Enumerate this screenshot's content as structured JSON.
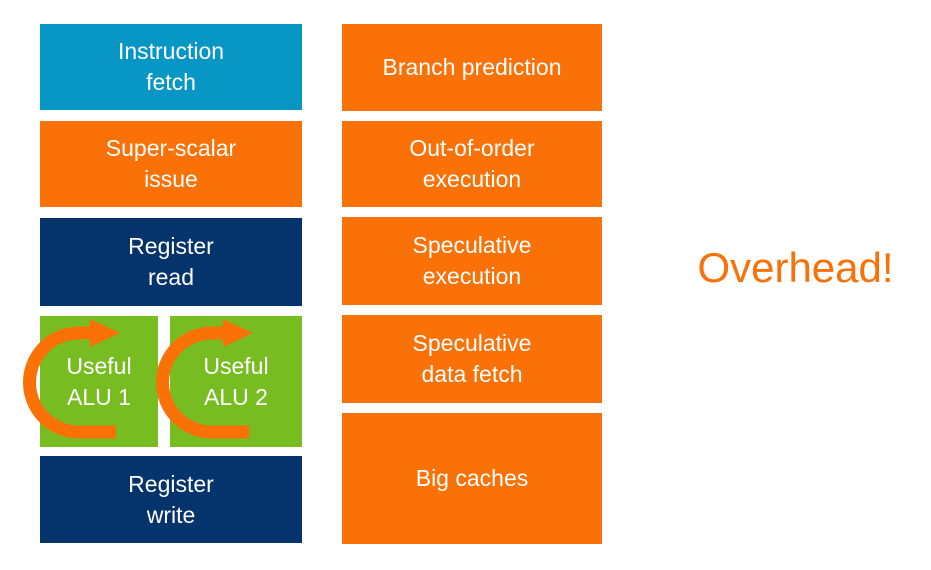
{
  "colors": {
    "teal": "#0896C4",
    "orange": "#F97107",
    "navy": "#05336B",
    "green": "#77BD22",
    "box_text": "#FFFFFF",
    "overhead_text": "#F97107"
  },
  "pipeline_column": {
    "boxes": [
      {
        "id": "instruction-fetch",
        "lines": [
          "Instruction",
          "fetch"
        ],
        "color": "teal"
      },
      {
        "id": "super-scalar-issue",
        "lines": [
          "Super-scalar",
          "issue"
        ],
        "color": "orange"
      },
      {
        "id": "register-read",
        "lines": [
          "Register",
          "read"
        ],
        "color": "navy"
      },
      {
        "id": "useful-alu-1",
        "lines": [
          "Useful",
          "ALU 1"
        ],
        "color": "green",
        "icon": "loop-arrow-icon"
      },
      {
        "id": "useful-alu-2",
        "lines": [
          "Useful",
          "ALU 2"
        ],
        "color": "green",
        "icon": "loop-arrow-icon"
      },
      {
        "id": "register-write",
        "lines": [
          "Register",
          "write"
        ],
        "color": "navy"
      }
    ]
  },
  "overhead_column": {
    "boxes": [
      {
        "id": "branch-prediction",
        "lines": [
          "Branch prediction"
        ],
        "color": "orange"
      },
      {
        "id": "out-of-order-execution",
        "lines": [
          "Out-of-order",
          "execution"
        ],
        "color": "orange"
      },
      {
        "id": "speculative-execution",
        "lines": [
          "Speculative",
          "execution"
        ],
        "color": "orange"
      },
      {
        "id": "speculative-data-fetch",
        "lines": [
          "Speculative",
          "data fetch"
        ],
        "color": "orange"
      },
      {
        "id": "big-caches",
        "lines": [
          "Big caches"
        ],
        "color": "orange"
      }
    ]
  },
  "annotation": {
    "overhead_label": "Overhead!"
  }
}
